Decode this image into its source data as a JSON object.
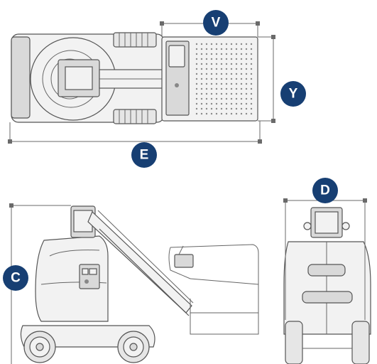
{
  "dimensions": [
    {
      "key": "platform_width",
      "label": "V"
    },
    {
      "key": "platform_length",
      "label": "Y"
    },
    {
      "key": "overall_length",
      "label": "E"
    },
    {
      "key": "stowed_height",
      "label": "C"
    },
    {
      "key": "overall_width",
      "label": "D"
    }
  ],
  "colors": {
    "badge": "#173f73",
    "badge_text": "#ffffff",
    "dimension_line": "#6a6a6a",
    "outline": "#555555"
  }
}
